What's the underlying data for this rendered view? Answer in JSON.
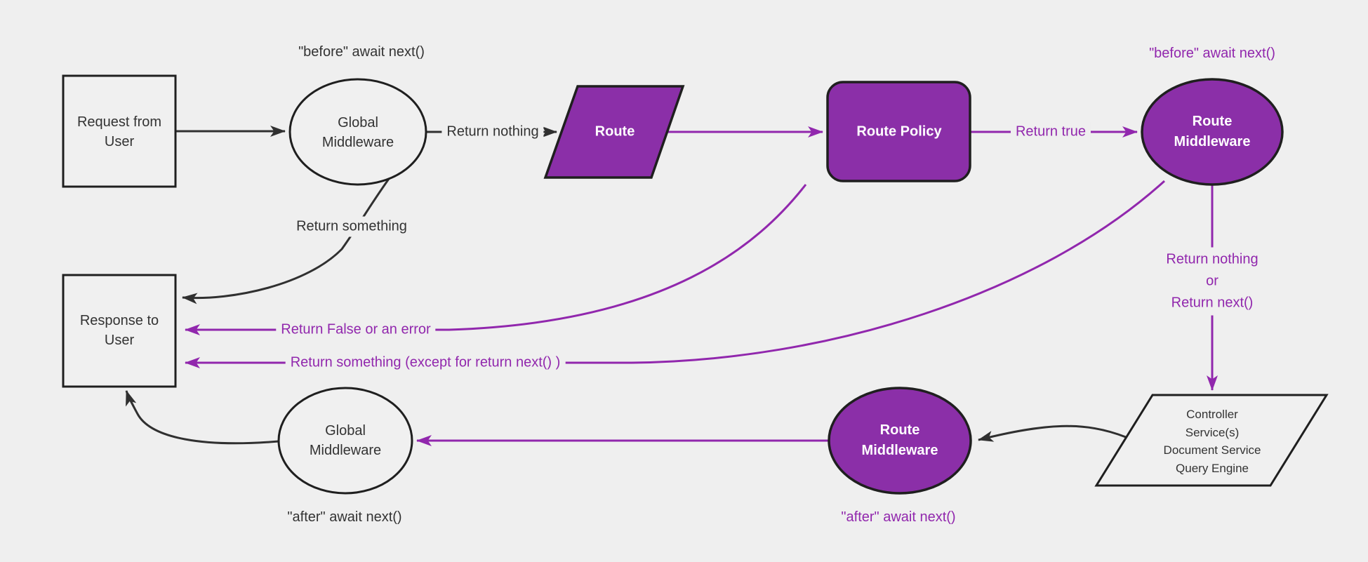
{
  "diagram": {
    "colors": {
      "bg": "#efefef",
      "light_fill": "#f0f0f0",
      "dark_line": "#1f1f1f",
      "black_edge": "#303030",
      "dark_text": "#333333",
      "purple_fill": "#8b2fa8",
      "purple_line": "#9127ad",
      "white_text": "#ffffff"
    },
    "nodes": {
      "request_from_user": {
        "label": "Request from\nUser",
        "shape": "rectangle"
      },
      "global_middleware_top": {
        "label": "Global\nMiddleware",
        "shape": "ellipse"
      },
      "route": {
        "label": "Route",
        "shape": "parallelogram"
      },
      "route_policy": {
        "label": "Route Policy",
        "shape": "rounded-rectangle"
      },
      "route_middleware_top": {
        "label": "Route\nMiddleware",
        "shape": "ellipse"
      },
      "controller_services": {
        "label": "Controller\nService(s)\nDocument Service\nQuery Engine",
        "shape": "parallelogram"
      },
      "route_middleware_bottom": {
        "label": "Route\nMiddleware",
        "shape": "ellipse"
      },
      "global_middleware_bottom": {
        "label": "Global\nMiddleware",
        "shape": "ellipse"
      },
      "response_to_user": {
        "label": "Response to\nUser",
        "shape": "rectangle"
      }
    },
    "edge_labels": {
      "before_await_next_black": "\"before\" await next()",
      "return_nothing_black": "Return nothing",
      "return_something_black": "Return something",
      "before_await_next_purple": "\"before\" await next()",
      "return_true": "Return true",
      "return_nothing_or_next": "Return nothing\nor\nReturn next()",
      "return_false_or_error": "Return False or an error",
      "return_something_except": "Return something (except for return next() )",
      "after_await_next_purple": "\"after\" await next()",
      "after_await_next_black": "\"after\" await next()"
    }
  }
}
